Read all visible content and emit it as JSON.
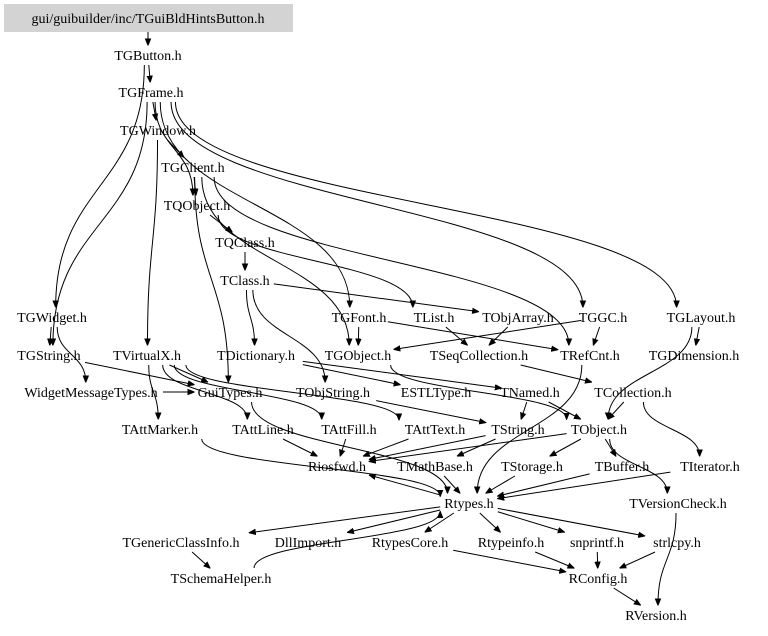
{
  "graph": {
    "title": "gui/guibuilder/inc/TGuiBldHintsButton.h",
    "root": "gui/guibuilder/inc/TGuiBldHintsButton.h",
    "root_fill": "#d3d3d3",
    "nodes": [
      "gui/guibuilder/inc/TGuiBldHintsButton.h",
      "TGButton.h",
      "TGFrame.h",
      "TGWindow.h",
      "TGClient.h",
      "TQObject.h",
      "TQClass.h",
      "TClass.h",
      "TGWidget.h",
      "TGFont.h",
      "TList.h",
      "TObjArray.h",
      "TGGC.h",
      "TGLayout.h",
      "TGString.h",
      "TVirtualX.h",
      "TDictionary.h",
      "TGObject.h",
      "TSeqCollection.h",
      "TRefCnt.h",
      "TGDimension.h",
      "WidgetMessageTypes.h",
      "GuiTypes.h",
      "TObjString.h",
      "ESTLType.h",
      "TNamed.h",
      "TCollection.h",
      "TAttMarker.h",
      "TAttLine.h",
      "TAttFill.h",
      "TAttText.h",
      "TString.h",
      "TObject.h",
      "Riosfwd.h",
      "TMathBase.h",
      "TStorage.h",
      "TBuffer.h",
      "TIterator.h",
      "Rtypes.h",
      "TVersionCheck.h",
      "TGenericClassInfo.h",
      "DllImport.h",
      "RtypesCore.h",
      "Rtypeinfo.h",
      "snprintf.h",
      "strlcpy.h",
      "TSchemaHelper.h",
      "RConfig.h",
      "RVersion.h"
    ],
    "edges": [
      [
        "gui/guibuilder/inc/TGuiBldHintsButton.h",
        "TGButton.h"
      ],
      [
        "TGButton.h",
        "TGFrame.h"
      ],
      [
        "TGButton.h",
        "TGWidget.h"
      ],
      [
        "TGFrame.h",
        "TGWindow.h"
      ],
      [
        "TGFrame.h",
        "TGString.h"
      ],
      [
        "TGFrame.h",
        "TQObject.h"
      ],
      [
        "TGFrame.h",
        "TGFont.h"
      ],
      [
        "TGFrame.h",
        "TGGC.h"
      ],
      [
        "TGFrame.h",
        "TGLayout.h"
      ],
      [
        "TGWindow.h",
        "TGClient.h"
      ],
      [
        "TGWindow.h",
        "TVirtualX.h"
      ],
      [
        "TGClient.h",
        "TQObject.h"
      ],
      [
        "TGClient.h",
        "TGObject.h"
      ],
      [
        "TGClient.h",
        "TRefCnt.h"
      ],
      [
        "TGClient.h",
        "GuiTypes.h"
      ],
      [
        "TQObject.h",
        "TQClass.h"
      ],
      [
        "TQObject.h",
        "TList.h"
      ],
      [
        "TQClass.h",
        "TClass.h"
      ],
      [
        "TClass.h",
        "TObjArray.h"
      ],
      [
        "TClass.h",
        "TDictionary.h"
      ],
      [
        "TClass.h",
        "TObjString.h"
      ],
      [
        "TGWidget.h",
        "TGString.h"
      ],
      [
        "TGWidget.h",
        "WidgetMessageTypes.h"
      ],
      [
        "TGFont.h",
        "TGObject.h"
      ],
      [
        "TGFont.h",
        "TRefCnt.h"
      ],
      [
        "TList.h",
        "TSeqCollection.h"
      ],
      [
        "TObjArray.h",
        "TSeqCollection.h"
      ],
      [
        "TGGC.h",
        "TGObject.h"
      ],
      [
        "TGGC.h",
        "TRefCnt.h"
      ],
      [
        "TGLayout.h",
        "TGDimension.h"
      ],
      [
        "TGLayout.h",
        "TObject.h"
      ],
      [
        "TGString.h",
        "GuiTypes.h"
      ],
      [
        "TVirtualX.h",
        "GuiTypes.h"
      ],
      [
        "TVirtualX.h",
        "TAttLine.h"
      ],
      [
        "TVirtualX.h",
        "TAttFill.h"
      ],
      [
        "TVirtualX.h",
        "TAttText.h"
      ],
      [
        "TVirtualX.h",
        "TAttMarker.h"
      ],
      [
        "TDictionary.h",
        "TNamed.h"
      ],
      [
        "TDictionary.h",
        "ESTLType.h"
      ],
      [
        "TGObject.h",
        "TObject.h"
      ],
      [
        "TSeqCollection.h",
        "TCollection.h"
      ],
      [
        "TRefCnt.h",
        "Rtypes.h"
      ],
      [
        "WidgetMessageTypes.h",
        "GuiTypes.h"
      ],
      [
        "GuiTypes.h",
        "Rtypes.h"
      ],
      [
        "TObjString.h",
        "TString.h"
      ],
      [
        "TNamed.h",
        "TString.h"
      ],
      [
        "TNamed.h",
        "TObject.h"
      ],
      [
        "TCollection.h",
        "TObject.h"
      ],
      [
        "TCollection.h",
        "TIterator.h"
      ],
      [
        "TAttMarker.h",
        "Rtypes.h"
      ],
      [
        "TAttLine.h",
        "Riosfwd.h"
      ],
      [
        "TAttFill.h",
        "Riosfwd.h"
      ],
      [
        "TAttText.h",
        "Riosfwd.h"
      ],
      [
        "TString.h",
        "TMathBase.h"
      ],
      [
        "TString.h",
        "Riosfwd.h"
      ],
      [
        "TObject.h",
        "TStorage.h"
      ],
      [
        "TObject.h",
        "TBuffer.h"
      ],
      [
        "TObject.h",
        "TVersionCheck.h"
      ],
      [
        "TObject.h",
        "Riosfwd.h"
      ],
      [
        "TMathBase.h",
        "Rtypes.h"
      ],
      [
        "TStorage.h",
        "Rtypes.h"
      ],
      [
        "TBuffer.h",
        "Rtypes.h"
      ],
      [
        "TIterator.h",
        "Rtypes.h"
      ],
      [
        "Rtypes.h",
        "TGenericClassInfo.h"
      ],
      [
        "Rtypes.h",
        "DllImport.h"
      ],
      [
        "Rtypes.h",
        "RtypesCore.h"
      ],
      [
        "Rtypes.h",
        "Rtypeinfo.h"
      ],
      [
        "Rtypes.h",
        "snprintf.h"
      ],
      [
        "Rtypes.h",
        "strlcpy.h"
      ],
      [
        "Rtypes.h",
        "Riosfwd.h"
      ],
      [
        "TGenericClassInfo.h",
        "TSchemaHelper.h"
      ],
      [
        "TSchemaHelper.h",
        "Rtypes.h"
      ],
      [
        "RtypesCore.h",
        "RConfig.h"
      ],
      [
        "Rtypeinfo.h",
        "RConfig.h"
      ],
      [
        "snprintf.h",
        "RConfig.h"
      ],
      [
        "strlcpy.h",
        "RConfig.h"
      ],
      [
        "RConfig.h",
        "RVersion.h"
      ],
      [
        "TVersionCheck.h",
        "RVersion.h"
      ]
    ]
  }
}
